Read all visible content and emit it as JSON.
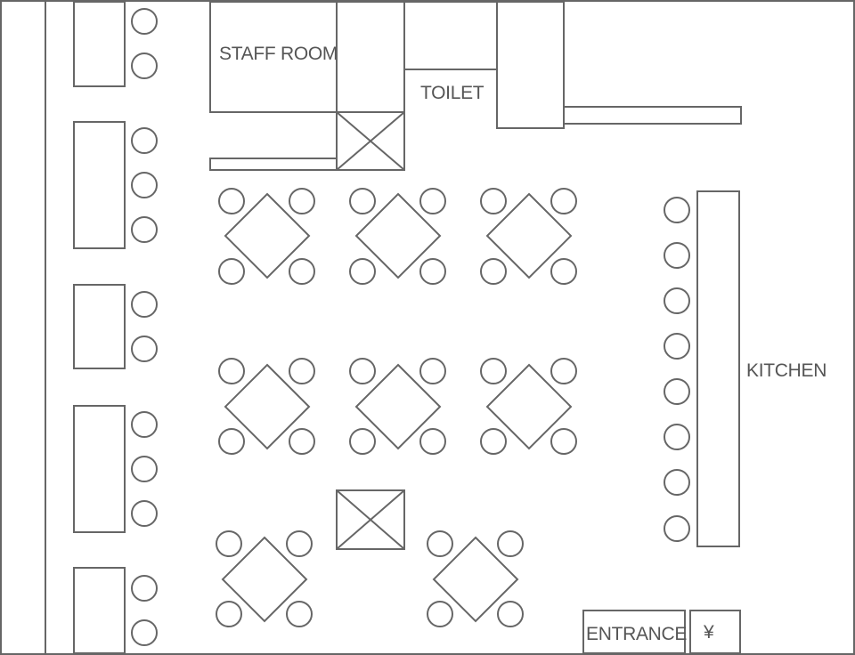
{
  "labels": {
    "staff_room": "STAFF ROOM",
    "toilet": "TOILET",
    "kitchen": "KITCHEN",
    "entrance": "ENTRANCE",
    "cashier": "¥"
  },
  "colors": {
    "line": "#666666",
    "text": "#555555",
    "background": "#ffffff"
  }
}
